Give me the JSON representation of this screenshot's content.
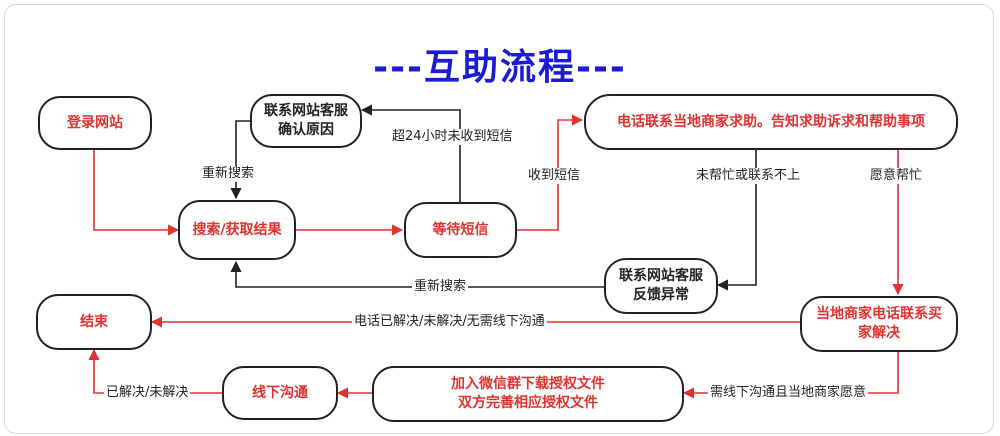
{
  "title": "---互助流程---",
  "nodes": {
    "login": "登录网站",
    "search": "搜索/获取结果",
    "wait_sms": "等待短信",
    "contact_reason": [
      "联系网站客服",
      "确认原因"
    ],
    "call_merchant": "电话联系当地商家求助。告知求助诉求和帮助事项",
    "feedback": [
      "联系网站客服",
      "反馈异常"
    ],
    "merchant_resolve": [
      "当地商家电话联系买",
      "家解决"
    ],
    "end": "结束",
    "wechat": [
      "加入微信群下载授权文件",
      "双方完善相应授权文件"
    ],
    "offline": "线下沟通"
  },
  "edges": {
    "research_top": "重新搜索",
    "over24h": "超24小时未收到短信",
    "received_sms": "收到短信",
    "not_helping": "未帮忙或联系不上",
    "willing": "愿意帮忙",
    "research_bottom": "重新搜索",
    "phone_resolved": "电话已解决/未解决/无需线下沟通",
    "need_offline": "需线下沟通且当地商家愿意",
    "resolved": "已解决/未解决"
  },
  "colors": {
    "red": "#e0322e",
    "dark": "#222222",
    "title": "#1b1bd6"
  }
}
